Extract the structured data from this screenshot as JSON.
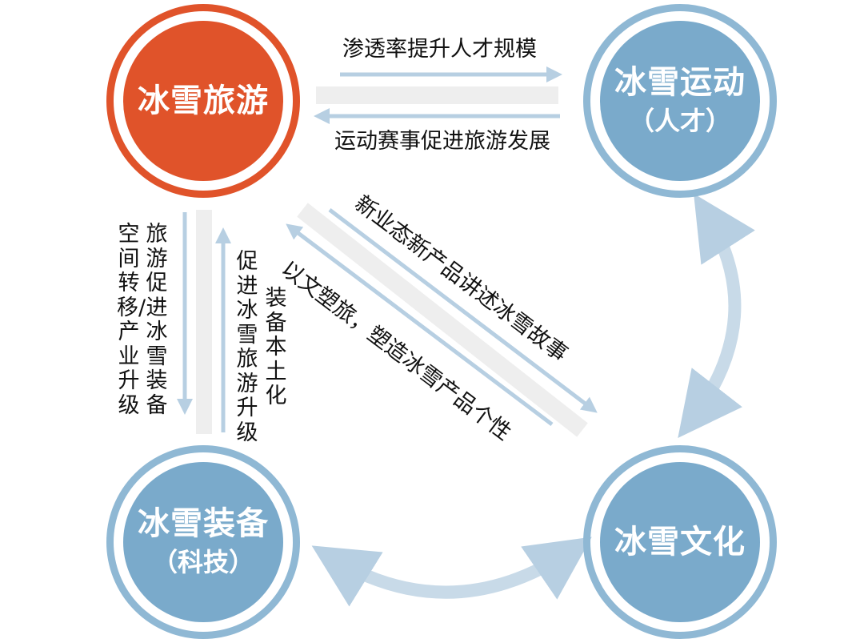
{
  "colors": {
    "tourism": "#E0532A",
    "blue": "#7AAACB",
    "ring": "#8FB8D4",
    "arrow": "#B7CFE2",
    "band": "#EEEEEE",
    "text": "#111111"
  },
  "nodes": {
    "tourism": {
      "title": "冰雪旅游",
      "subtitle": ""
    },
    "sports": {
      "title": "冰雪运动",
      "subtitle": "（人才）"
    },
    "equipment": {
      "title": "冰雪装备",
      "subtitle": "（科技）"
    },
    "culture": {
      "title": "冰雪文化",
      "subtitle": ""
    }
  },
  "edges": {
    "tourism_to_sports": "渗透率提升人才规模",
    "sports_to_tourism": "运动赛事促进旅游发展",
    "tourism_to_equipment_1": "旅游促进冰雪装备",
    "tourism_to_equipment_2": "空间转移/产业升级",
    "equipment_to_tourism_1": "装备本土化",
    "equipment_to_tourism_2": "促进冰雪旅游升级",
    "tourism_to_culture": "新业态新产品讲述冰雪故事",
    "culture_to_tourism": "以文塑旅，塑造冰雪产品个性"
  }
}
